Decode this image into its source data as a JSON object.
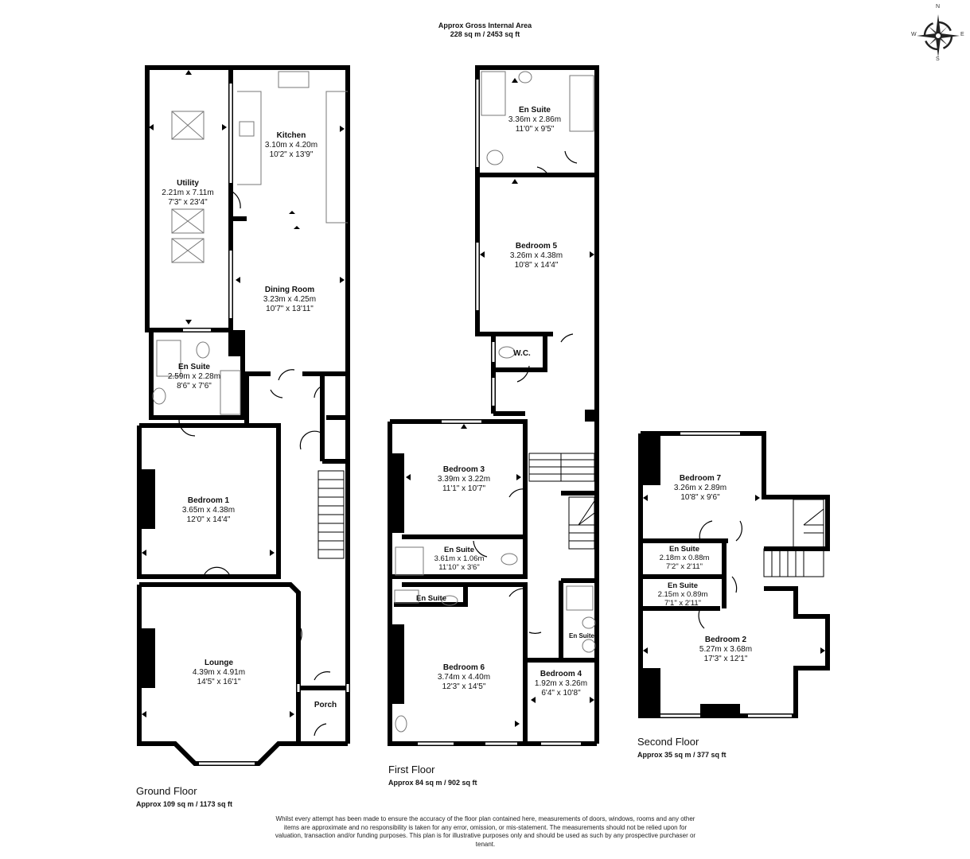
{
  "header": {
    "title": "Approx Gross Internal Area",
    "total_area": "228 sq m / 2453 sq ft"
  },
  "compass": {
    "n": "N",
    "s": "S",
    "e": "E",
    "w": "W"
  },
  "ground_floor": {
    "label": "Ground Floor",
    "area": "Approx 109 sq m / 1173 sq ft",
    "rooms": [
      {
        "name": "Kitchen",
        "metric": "3.10m x 4.20m",
        "imperial": "10'2\" x 13'9\""
      },
      {
        "name": "Utility",
        "metric": "2.21m x 7.11m",
        "imperial": "7'3\" x 23'4\""
      },
      {
        "name": "Dining Room",
        "metric": "3.23m x 4.25m",
        "imperial": "10'7\" x 13'11\""
      },
      {
        "name": "En Suite",
        "metric": "2.59m x 2.28m",
        "imperial": "8'6\" x 7'6\""
      },
      {
        "name": "Bedroom 1",
        "metric": "3.65m x 4.38m",
        "imperial": "12'0\" x 14'4\""
      },
      {
        "name": "Lounge",
        "metric": "4.39m x 4.91m",
        "imperial": "14'5\" x 16'1\""
      },
      {
        "name": "Porch",
        "metric": "",
        "imperial": ""
      }
    ]
  },
  "first_floor": {
    "label": "First Floor",
    "area": "Approx 84 sq m / 902 sq ft",
    "rooms": [
      {
        "name": "En Suite",
        "metric": "3.36m x 2.86m",
        "imperial": "11'0\" x 9'5\""
      },
      {
        "name": "Bedroom 5",
        "metric": "3.26m x 4.38m",
        "imperial": "10'8\" x 14'4\""
      },
      {
        "name": "W.C.",
        "metric": "",
        "imperial": ""
      },
      {
        "name": "Bedroom 3",
        "metric": "3.39m x 3.22m",
        "imperial": "11'1\" x 10'7\""
      },
      {
        "name": "En Suite",
        "metric": "3.61m x 1.06m",
        "imperial": "11'10\" x 3'6\""
      },
      {
        "name": "En Suite",
        "metric": "",
        "imperial": ""
      },
      {
        "name": "Bedroom 6",
        "metric": "3.74m x 4.40m",
        "imperial": "12'3\" x 14'5\""
      },
      {
        "name": "En Suite",
        "metric": "",
        "imperial": ""
      },
      {
        "name": "Bedroom 4",
        "metric": "1.92m x 3.26m",
        "imperial": "6'4\" x 10'8\""
      }
    ]
  },
  "second_floor": {
    "label": "Second Floor",
    "area": "Approx 35 sq m / 377 sq ft",
    "rooms": [
      {
        "name": "Bedroom 7",
        "metric": "3.26m x 2.89m",
        "imperial": "10'8\" x 9'6\""
      },
      {
        "name": "En Suite",
        "metric": "2.18m x 0.88m",
        "imperial": "7'2\" x 2'11\""
      },
      {
        "name": "En Suite",
        "metric": "2.15m x 0.89m",
        "imperial": "7'1\" x 2'11\""
      },
      {
        "name": "Bedroom 2",
        "metric": "5.27m x 3.68m",
        "imperial": "17'3\" x 12'1\""
      }
    ]
  },
  "disclaimer": "Whilst every attempt has been made to ensure the accuracy of the floor plan contained here, measurements of doors, windows, rooms and any other items are approximate and no responsibility is taken for any error, omission, or mis-statement. The measurements should not be relied upon for valuation, transaction and/or funding purposes. This plan is for illustrative purposes only and should be used as such by any prospective purchaser or tenant.",
  "colors": {
    "wall": "#000000",
    "fixture": "#999999",
    "background": "#ffffff"
  }
}
